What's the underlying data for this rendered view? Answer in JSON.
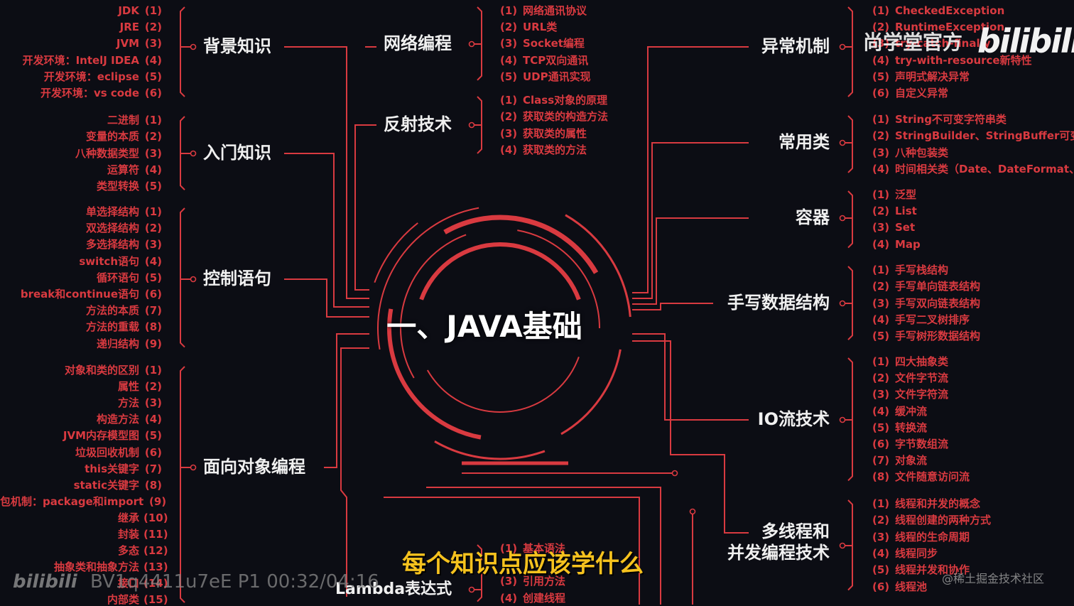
{
  "center_title": "一、JAVA基础",
  "subtitle": "每个知识点应该学什么",
  "watermark": {
    "text": "尚学堂官方",
    "logo": "bilibili"
  },
  "video_id": "BV1q4411u7eE P1 00:32/04:16",
  "video_logo": "bilibili",
  "community": "@稀土掘金技术社区",
  "colors": {
    "accent": "#d93a40",
    "branch_text": "#f0f0f0",
    "subtitle": "#f6c21e",
    "background": "#0c0d14"
  },
  "branches_left": [
    {
      "name": "背景知识",
      "items": [
        "JDK",
        "JRE",
        "JVM",
        "开发环境：IntelJ IDEA",
        "开发环境：eclipse",
        "开发环境：vs code"
      ]
    },
    {
      "name": "入门知识",
      "items": [
        "二进制",
        "变量的本质",
        "八种数据类型",
        "运算符",
        "类型转换"
      ]
    },
    {
      "name": "控制语句",
      "items": [
        "单选择结构",
        "双选择结构",
        "多选择结构",
        "switch语句",
        "循环语句",
        "break和continue语句",
        "方法的本质",
        "方法的重载",
        "递归结构"
      ]
    },
    {
      "name": "面向对象编程",
      "items": [
        "对象和类的区别",
        "属性",
        "方法",
        "构造方法",
        "JVM内存模型图",
        "垃圾回收机制",
        "this关键字",
        "static关键字",
        "包机制：package和import",
        "继承",
        "封装",
        "多态",
        "抽象类和抽象方法",
        "接口",
        "内部类"
      ]
    }
  ],
  "left_numbers": [
    "(1)",
    "(2)",
    "(3)",
    "(4)",
    "(5)",
    "(6)",
    "(7)",
    "(8)",
    "(9)",
    "(10)",
    "(11)",
    "(12)",
    "(13)",
    "(14)",
    "(15)"
  ],
  "branches_middle": [
    {
      "name": "网络编程",
      "items": [
        "网络通讯协议",
        "URL类",
        "Socket编程",
        "TCP双向通讯",
        "UDP通讯实现"
      ]
    },
    {
      "name": "反射技术",
      "items": [
        "Class对象的原理",
        "获取类的构造方法",
        "获取类的属性",
        "获取类的方法"
      ]
    },
    {
      "name": "Lambda表达式",
      "items": [
        "基本语法",
        "",
        "引用方法",
        "创建线程"
      ]
    }
  ],
  "branches_right": [
    {
      "name": "异常机制",
      "items": [
        "CheckedException",
        "RuntimeException",
        "try-catch-finally",
        "try-with-resource新特性",
        "声明式解决异常",
        "自定义异常"
      ]
    },
    {
      "name": "常用类",
      "items": [
        "String不可变字符串类",
        "StringBuilder、StringBuffer可变字符",
        "八种包装类",
        "时间相关类（Date、DateFormat、C"
      ]
    },
    {
      "name": "容器",
      "items": [
        "泛型",
        "List",
        "Set",
        "Map"
      ]
    },
    {
      "name": "手写数据结构",
      "items": [
        "手写栈结构",
        "手写单向链表结构",
        "手写双向链表结构",
        "手写二叉树排序",
        "手写树形数据结构"
      ]
    },
    {
      "name": "IO流技术",
      "items": [
        "四大抽象类",
        "文件字节流",
        "文件字符流",
        "缓冲流",
        "转换流",
        "字节数组流",
        "对象流",
        "文件随意访问流"
      ]
    },
    {
      "name": "多线程和\n并发编程技术",
      "items": [
        "线程和并发的概念",
        "线程创建的两种方式",
        "线程的生命周期",
        "线程同步",
        "线程并发和协作",
        "线程池"
      ]
    }
  ]
}
